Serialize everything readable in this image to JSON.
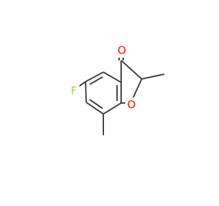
{
  "molecule": {
    "atoms": {
      "oxygen_carbonyl": "O",
      "oxygen_ring": "O",
      "fluorine": "F"
    },
    "colors": {
      "bond": "#3d3d3d",
      "oxygen": "#ff0d0d",
      "fluorine": "#90e050",
      "background": "#ffffff"
    }
  }
}
